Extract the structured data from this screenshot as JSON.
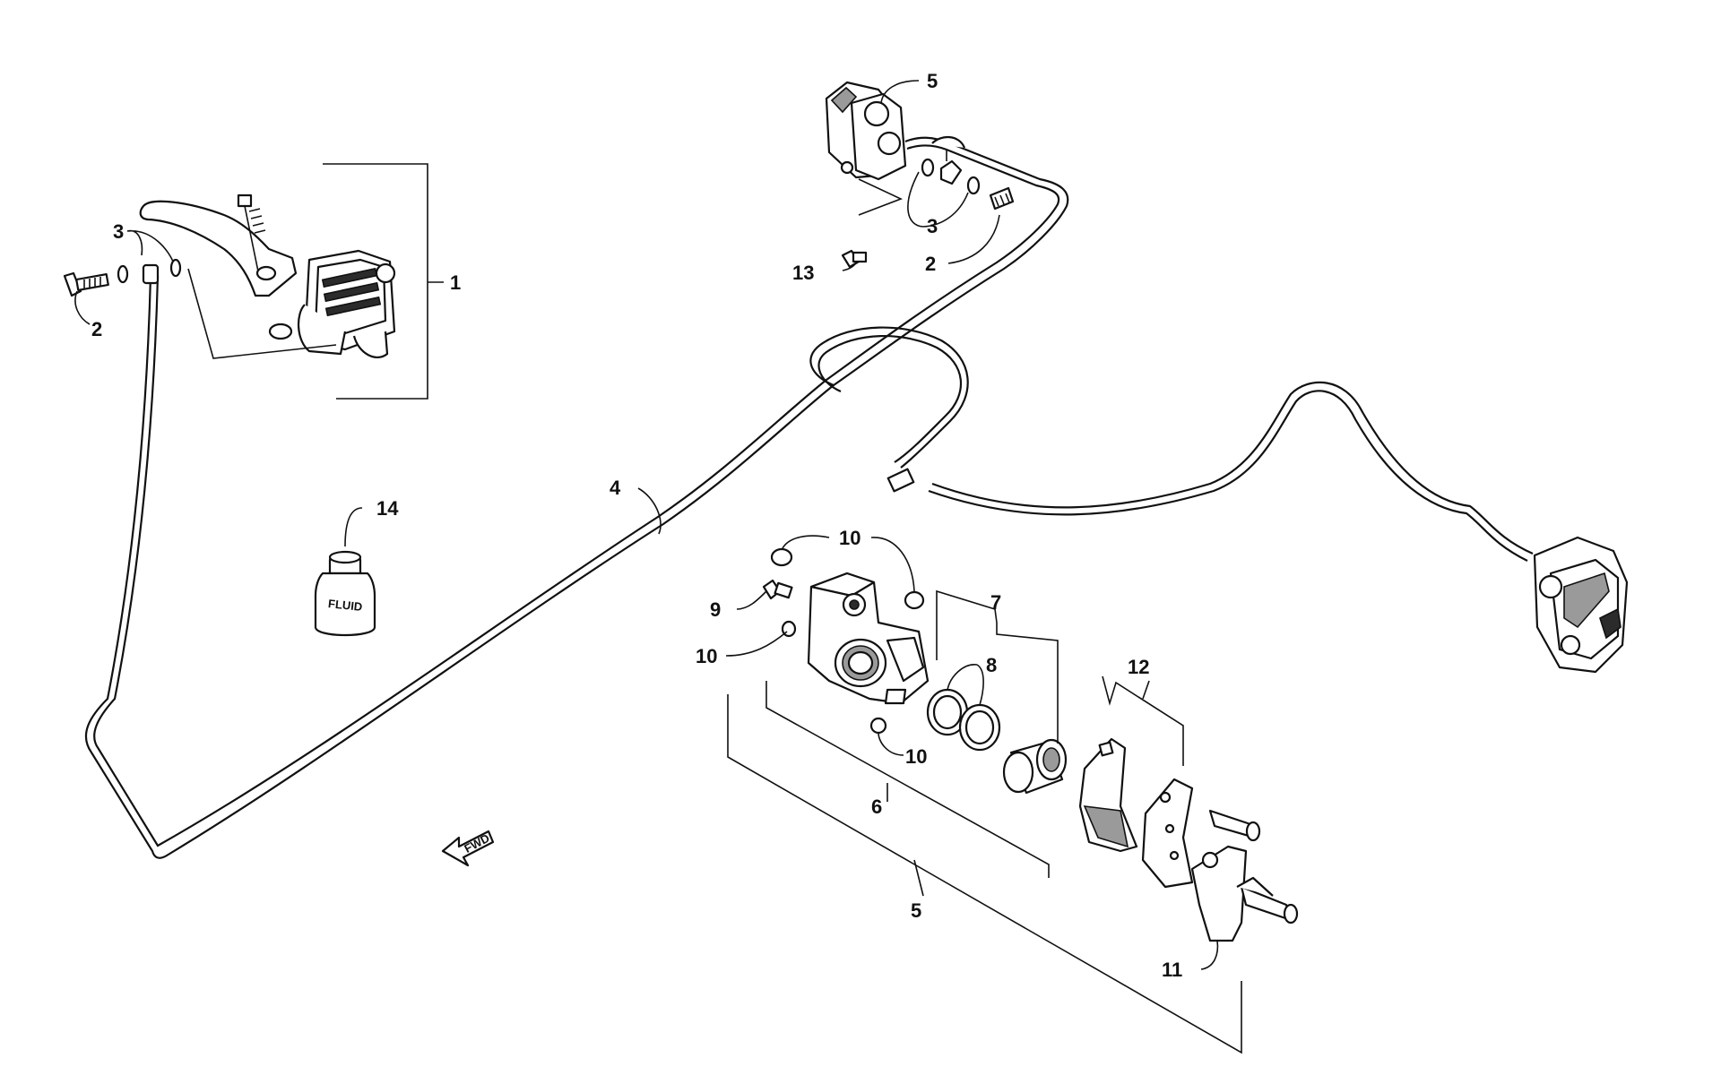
{
  "callouts": {
    "c1": "1",
    "c2a": "2",
    "c2b": "2",
    "c3a": "3",
    "c3b": "3",
    "c4": "4",
    "c5a": "5",
    "c5b": "5",
    "c6": "6",
    "c7": "7",
    "c8": "8",
    "c9": "9",
    "c10a": "10",
    "c10b": "10",
    "c10c": "10",
    "c11": "11",
    "c12": "12",
    "c13": "13",
    "c14": "14"
  },
  "labels": {
    "fluid": "FLUID",
    "fwd": "FWD"
  }
}
